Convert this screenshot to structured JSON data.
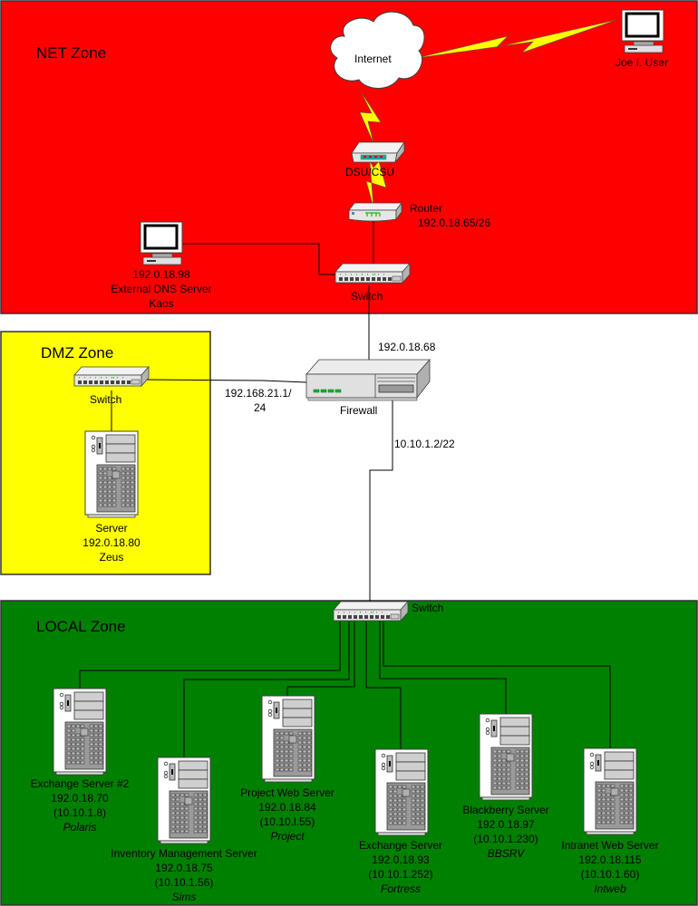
{
  "colors": {
    "net_zone": "#ff0000",
    "dmz_zone": "#ffff00",
    "local_zone": "#008000",
    "lightning": "#ffff00",
    "device_body": "#e0e0e0",
    "led_green": "#00c000"
  },
  "zones": {
    "net": {
      "title": "NET Zone"
    },
    "dmz": {
      "title": "DMZ Zone"
    },
    "local": {
      "title": "LOCAL Zone"
    }
  },
  "net": {
    "internet": {
      "label": "Internet"
    },
    "remote_user": {
      "label": "Joe I. User"
    },
    "dsu_csu": {
      "label": "DSU/CSU"
    },
    "router": {
      "label": "Router",
      "ip": "192.0.18.65/26"
    },
    "switch": {
      "label": "Switch"
    },
    "dns_server": {
      "ip": "192.0.18.98",
      "label": "External DNS Server",
      "hostname": "Kaos"
    }
  },
  "firewall": {
    "label": "Firewall",
    "ip_net": "192.0.18.68",
    "ip_dmz_line1": "192.168.21.1/",
    "ip_dmz_line2": "24",
    "ip_local": "10.10.1.2/22"
  },
  "dmz": {
    "switch": {
      "label": "Switch"
    },
    "server": {
      "label": "Server",
      "ip": "192.0.18.80",
      "hostname": "Zeus"
    }
  },
  "local": {
    "switch": {
      "label": "Switch"
    },
    "servers": [
      {
        "label": "Exchange Server #2",
        "ip": "192.0.18.70",
        "internal_ip": "(10.10.1.8)",
        "hostname": "Polaris"
      },
      {
        "label": "Inventory Management Server",
        "ip": "192.0.18.75",
        "internal_ip": "(10.10.1.56)",
        "hostname": "Sims"
      },
      {
        "label": "Project Web Server",
        "ip": "192.0.18.84",
        "internal_ip": "(10.10.l.55)",
        "hostname": "Project"
      },
      {
        "label": "Exchange Server",
        "ip": "192.0.18.93",
        "internal_ip": "(10.10.1.252)",
        "hostname": "Fortress"
      },
      {
        "label": "Blackberry Server",
        "ip": "192.0.18.97",
        "internal_ip": "(10.10.1.230)",
        "hostname": "BBSRV"
      },
      {
        "label": "Intranet Web Server",
        "ip": "192.0.18.115",
        "internal_ip": "(10.10.1.60)",
        "hostname": "Intweb"
      }
    ]
  }
}
